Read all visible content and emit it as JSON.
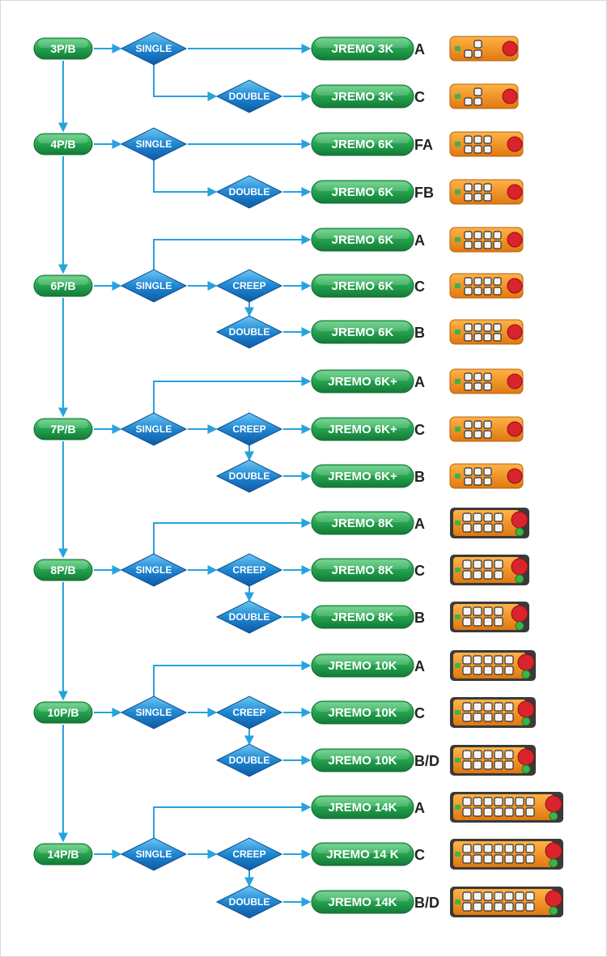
{
  "colors": {
    "pill_green": "#1e9a4a",
    "pill_green_light": "#45c46e",
    "diamond_blue": "#1a79c9",
    "diamond_blue_light": "#4fb6ee",
    "arrow": "#27a2df",
    "remote_orange": "#f08a1c",
    "remote_dark": "#3a3a3a",
    "stop_red": "#d9232d",
    "text_dark": "#222222"
  },
  "groups": [
    {
      "label": "3P/B",
      "options": [
        {
          "type": "SINGLE",
          "model": "JREMO 3K",
          "suffix": "A",
          "remote": {
            "style": "small",
            "cols": 2
          }
        },
        {
          "type": "DOUBLE",
          "model": "JREMO 3K",
          "suffix": "C",
          "remote": {
            "style": "small",
            "cols": 2
          }
        }
      ]
    },
    {
      "label": "4P/B",
      "options": [
        {
          "type": "SINGLE",
          "model": "JREMO 6K",
          "suffix": "FA",
          "remote": {
            "style": "medium",
            "cols": 3
          }
        },
        {
          "type": "DOUBLE",
          "model": "JREMO 6K",
          "suffix": "FB",
          "remote": {
            "style": "medium",
            "cols": 3
          }
        }
      ]
    },
    {
      "label": "6P/B",
      "options": [
        {
          "type": "SINGLE",
          "model": "JREMO 6K",
          "suffix": "A",
          "remote": {
            "style": "medium",
            "cols": 4
          }
        },
        {
          "type": "CREEP",
          "model": "JREMO 6K",
          "suffix": "C",
          "remote": {
            "style": "medium",
            "cols": 4
          }
        },
        {
          "type": "DOUBLE",
          "model": "JREMO 6K",
          "suffix": "B",
          "remote": {
            "style": "medium",
            "cols": 4
          }
        }
      ]
    },
    {
      "label": "7P/B",
      "options": [
        {
          "type": "SINGLE",
          "model": "JREMO 6K+",
          "suffix": "A",
          "remote": {
            "style": "medium",
            "cols": 3
          }
        },
        {
          "type": "CREEP",
          "model": "JREMO 6K+",
          "suffix": "C",
          "remote": {
            "style": "medium",
            "cols": 3
          }
        },
        {
          "type": "DOUBLE",
          "model": "JREMO 6K+",
          "suffix": "B",
          "remote": {
            "style": "medium",
            "cols": 3
          }
        }
      ]
    },
    {
      "label": "8P/B",
      "options": [
        {
          "type": "SINGLE",
          "model": "JREMO 8K",
          "suffix": "A",
          "remote": {
            "style": "large",
            "cols": 4
          }
        },
        {
          "type": "CREEP",
          "model": "JREMO 8K",
          "suffix": "C",
          "remote": {
            "style": "large",
            "cols": 4
          }
        },
        {
          "type": "DOUBLE",
          "model": "JREMO 8K",
          "suffix": "B",
          "remote": {
            "style": "large",
            "cols": 4
          }
        }
      ]
    },
    {
      "label": "10P/B",
      "options": [
        {
          "type": "SINGLE",
          "model": "JREMO 10K",
          "suffix": "A",
          "remote": {
            "style": "long",
            "cols": 5
          }
        },
        {
          "type": "CREEP",
          "model": "JREMO 10K",
          "suffix": "C",
          "remote": {
            "style": "long",
            "cols": 5
          }
        },
        {
          "type": "DOUBLE",
          "model": "JREMO 10K",
          "suffix": "B/D",
          "remote": {
            "style": "long",
            "cols": 5
          }
        }
      ]
    },
    {
      "label": "14P/B",
      "options": [
        {
          "type": "SINGLE",
          "model": "JREMO 14K",
          "suffix": "A",
          "remote": {
            "style": "xlong",
            "cols": 7
          }
        },
        {
          "type": "CREEP",
          "model": "JREMO 14 K",
          "suffix": "C",
          "remote": {
            "style": "xlong",
            "cols": 7
          }
        },
        {
          "type": "DOUBLE",
          "model": "JREMO 14K",
          "suffix": "B/D",
          "remote": {
            "style": "xlong",
            "cols": 7
          }
        }
      ]
    }
  ]
}
